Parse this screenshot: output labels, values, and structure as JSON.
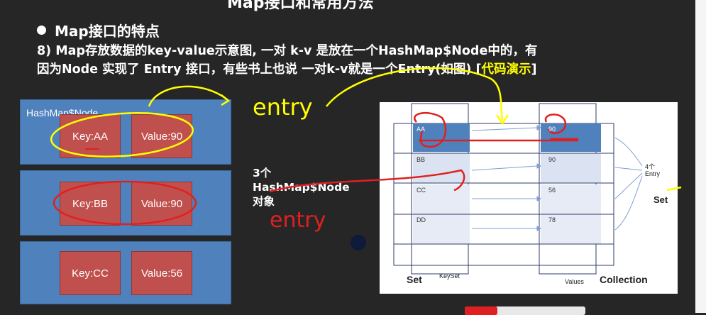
{
  "slide": {
    "title": "Map接口和常用方法",
    "bullet": "Map接口的特点",
    "line1": "8) Map存放数据的key-value示意图, 一对 k-v 是放在一个HashMap$Node中的，有",
    "line2_a": "因为Node 实现了  Entry 接口，有些书上也说 一对k-v就是一个Entry(如图) [",
    "line2_demo": "代码演示",
    "line2_b": "]"
  },
  "nodes": {
    "caption": "HashMap$Node",
    "items": [
      {
        "key": "Key:AA",
        "value": "Value:90"
      },
      {
        "key": "Key:BB",
        "value": "Value:90"
      },
      {
        "key": "Key:CC",
        "value": "Value:56"
      }
    ]
  },
  "annotations": {
    "count_line1": "3个",
    "count_line2": "HashMap$Node",
    "count_line3": "对象",
    "entry_top": "entry",
    "entry_mid": "entry"
  },
  "diagram": {
    "keys": [
      "AA",
      "BB",
      "CC",
      "DD"
    ],
    "values": [
      "90",
      "90",
      "56",
      "78"
    ],
    "side_label_1": "4个",
    "side_label_2": "Entry",
    "set_right": "Set",
    "set_bottom": "Set",
    "keyset": "KeySet",
    "values_label": "Values",
    "collection": "Collection"
  },
  "colors": {
    "node_blue": "#4f81bd",
    "cell_red": "#c0504d",
    "highlight_yellow": "#ffff00",
    "ink_red": "#e02020"
  }
}
